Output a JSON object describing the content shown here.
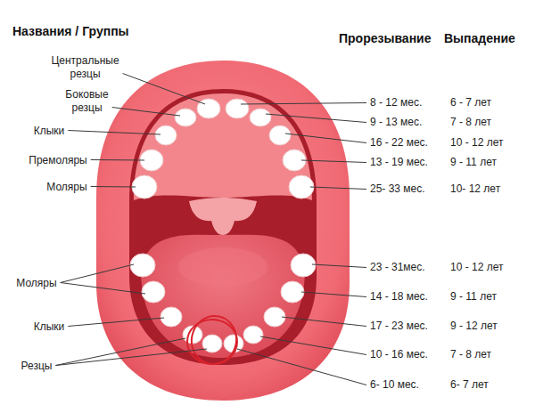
{
  "diagram": {
    "labels": [
      "Названия / Группы",
      "Прорезывание",
      "Выпадение",
      "Центральные резцы",
      "8 - 12 мес.",
      "6 - 7 лет",
      "Боковые резцы",
      "9 - 13 мес.",
      "7 - 8 лет",
      "Клыки",
      "16 - 22 мес.",
      "10 - 12 лет",
      "Премоляры",
      "13 - 19 мес.",
      "9 - 11 лет",
      "Моляры",
      "25- 33 мес.",
      "10- 12 лет",
      "23 - 31мес.",
      "10 - 12 лет",
      "Моляры",
      "14 - 18 мес.",
      "9 - 11 лет",
      "Клыки",
      "17 - 23 мес.",
      "9 - 12 лет",
      "Резцы",
      "10 - 16 мес.",
      "7 - 8 лет",
      "6- 10 мес.",
      "6- 7 лет"
    ]
  }
}
